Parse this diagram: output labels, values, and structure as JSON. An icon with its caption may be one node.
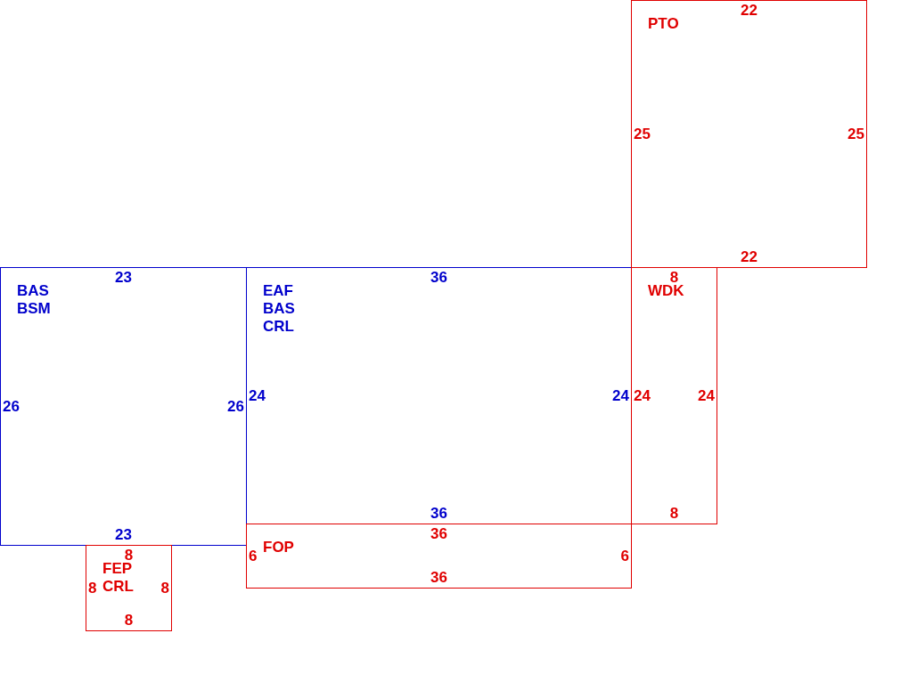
{
  "diagram": {
    "nodes": [
      {
        "text": [
          "22",
          "PTO",
          "25",
          "25",
          "22"
        ]
      },
      {
        "text": [
          "23",
          "BAS",
          "BSM",
          "26",
          "26",
          "23"
        ]
      },
      {
        "text": [
          "36",
          "EAF",
          "BAS",
          "CRL",
          "24",
          "24",
          "36"
        ]
      },
      {
        "text": [
          "8",
          "WDK",
          "24",
          "24",
          "8"
        ]
      },
      {
        "text": [
          "36",
          "FOP",
          "6",
          "6",
          "36"
        ]
      },
      {
        "text": [
          "8",
          "FEP",
          "8",
          "CRL",
          "8",
          "8"
        ]
      }
    ]
  }
}
